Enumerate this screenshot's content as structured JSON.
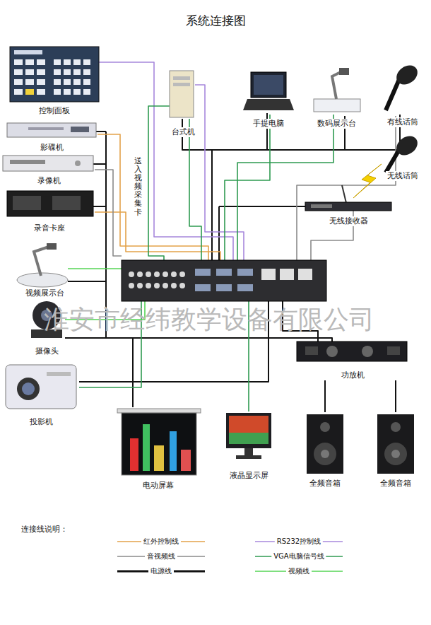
{
  "diagram": {
    "title": "系统连接图",
    "nodes": [
      {
        "text": [
          "控制面板"
        ]
      },
      {
        "text": [
          "影碟机"
        ]
      },
      {
        "text": [
          "录像机"
        ]
      },
      {
        "text": [
          "录音卡座"
        ]
      },
      {
        "text": [
          "视频展示台"
        ]
      },
      {
        "text": [
          "摄像头"
        ]
      },
      {
        "text": [
          "投影机"
        ]
      },
      {
        "text": [
          "台式机"
        ]
      },
      {
        "text": [
          "手提电脑"
        ]
      },
      {
        "text": [
          "数码展示台"
        ]
      },
      {
        "text": [
          "有线话筒"
        ]
      },
      {
        "text": [
          "无线话筒"
        ]
      },
      {
        "text": [
          "无线接收器"
        ]
      },
      {
        "text": [
          "功放机"
        ]
      },
      {
        "text": [
          "电动屏幕"
        ]
      },
      {
        "text": [
          "液晶显示屏"
        ]
      },
      {
        "text": [
          "全频音箱"
        ]
      },
      {
        "text": [
          "全频音箱"
        ]
      }
    ],
    "edges": [
      {
        "from": 13,
        "to": 16,
        "arrow": "none"
      },
      {
        "from": 13,
        "to": 17,
        "arrow": "none"
      }
    ],
    "labels": [
      "送入视频采集卡",
      "淮安市经纬教学设备有限公司",
      "连接线说明："
    ],
    "legend": [
      {
        "text": "红外控制线"
      },
      {
        "text": "RS232控制线"
      },
      {
        "text": "音视频线"
      },
      {
        "text": "VGA电脑信号线"
      },
      {
        "text": "电源线"
      },
      {
        "text": "视频线"
      }
    ]
  }
}
